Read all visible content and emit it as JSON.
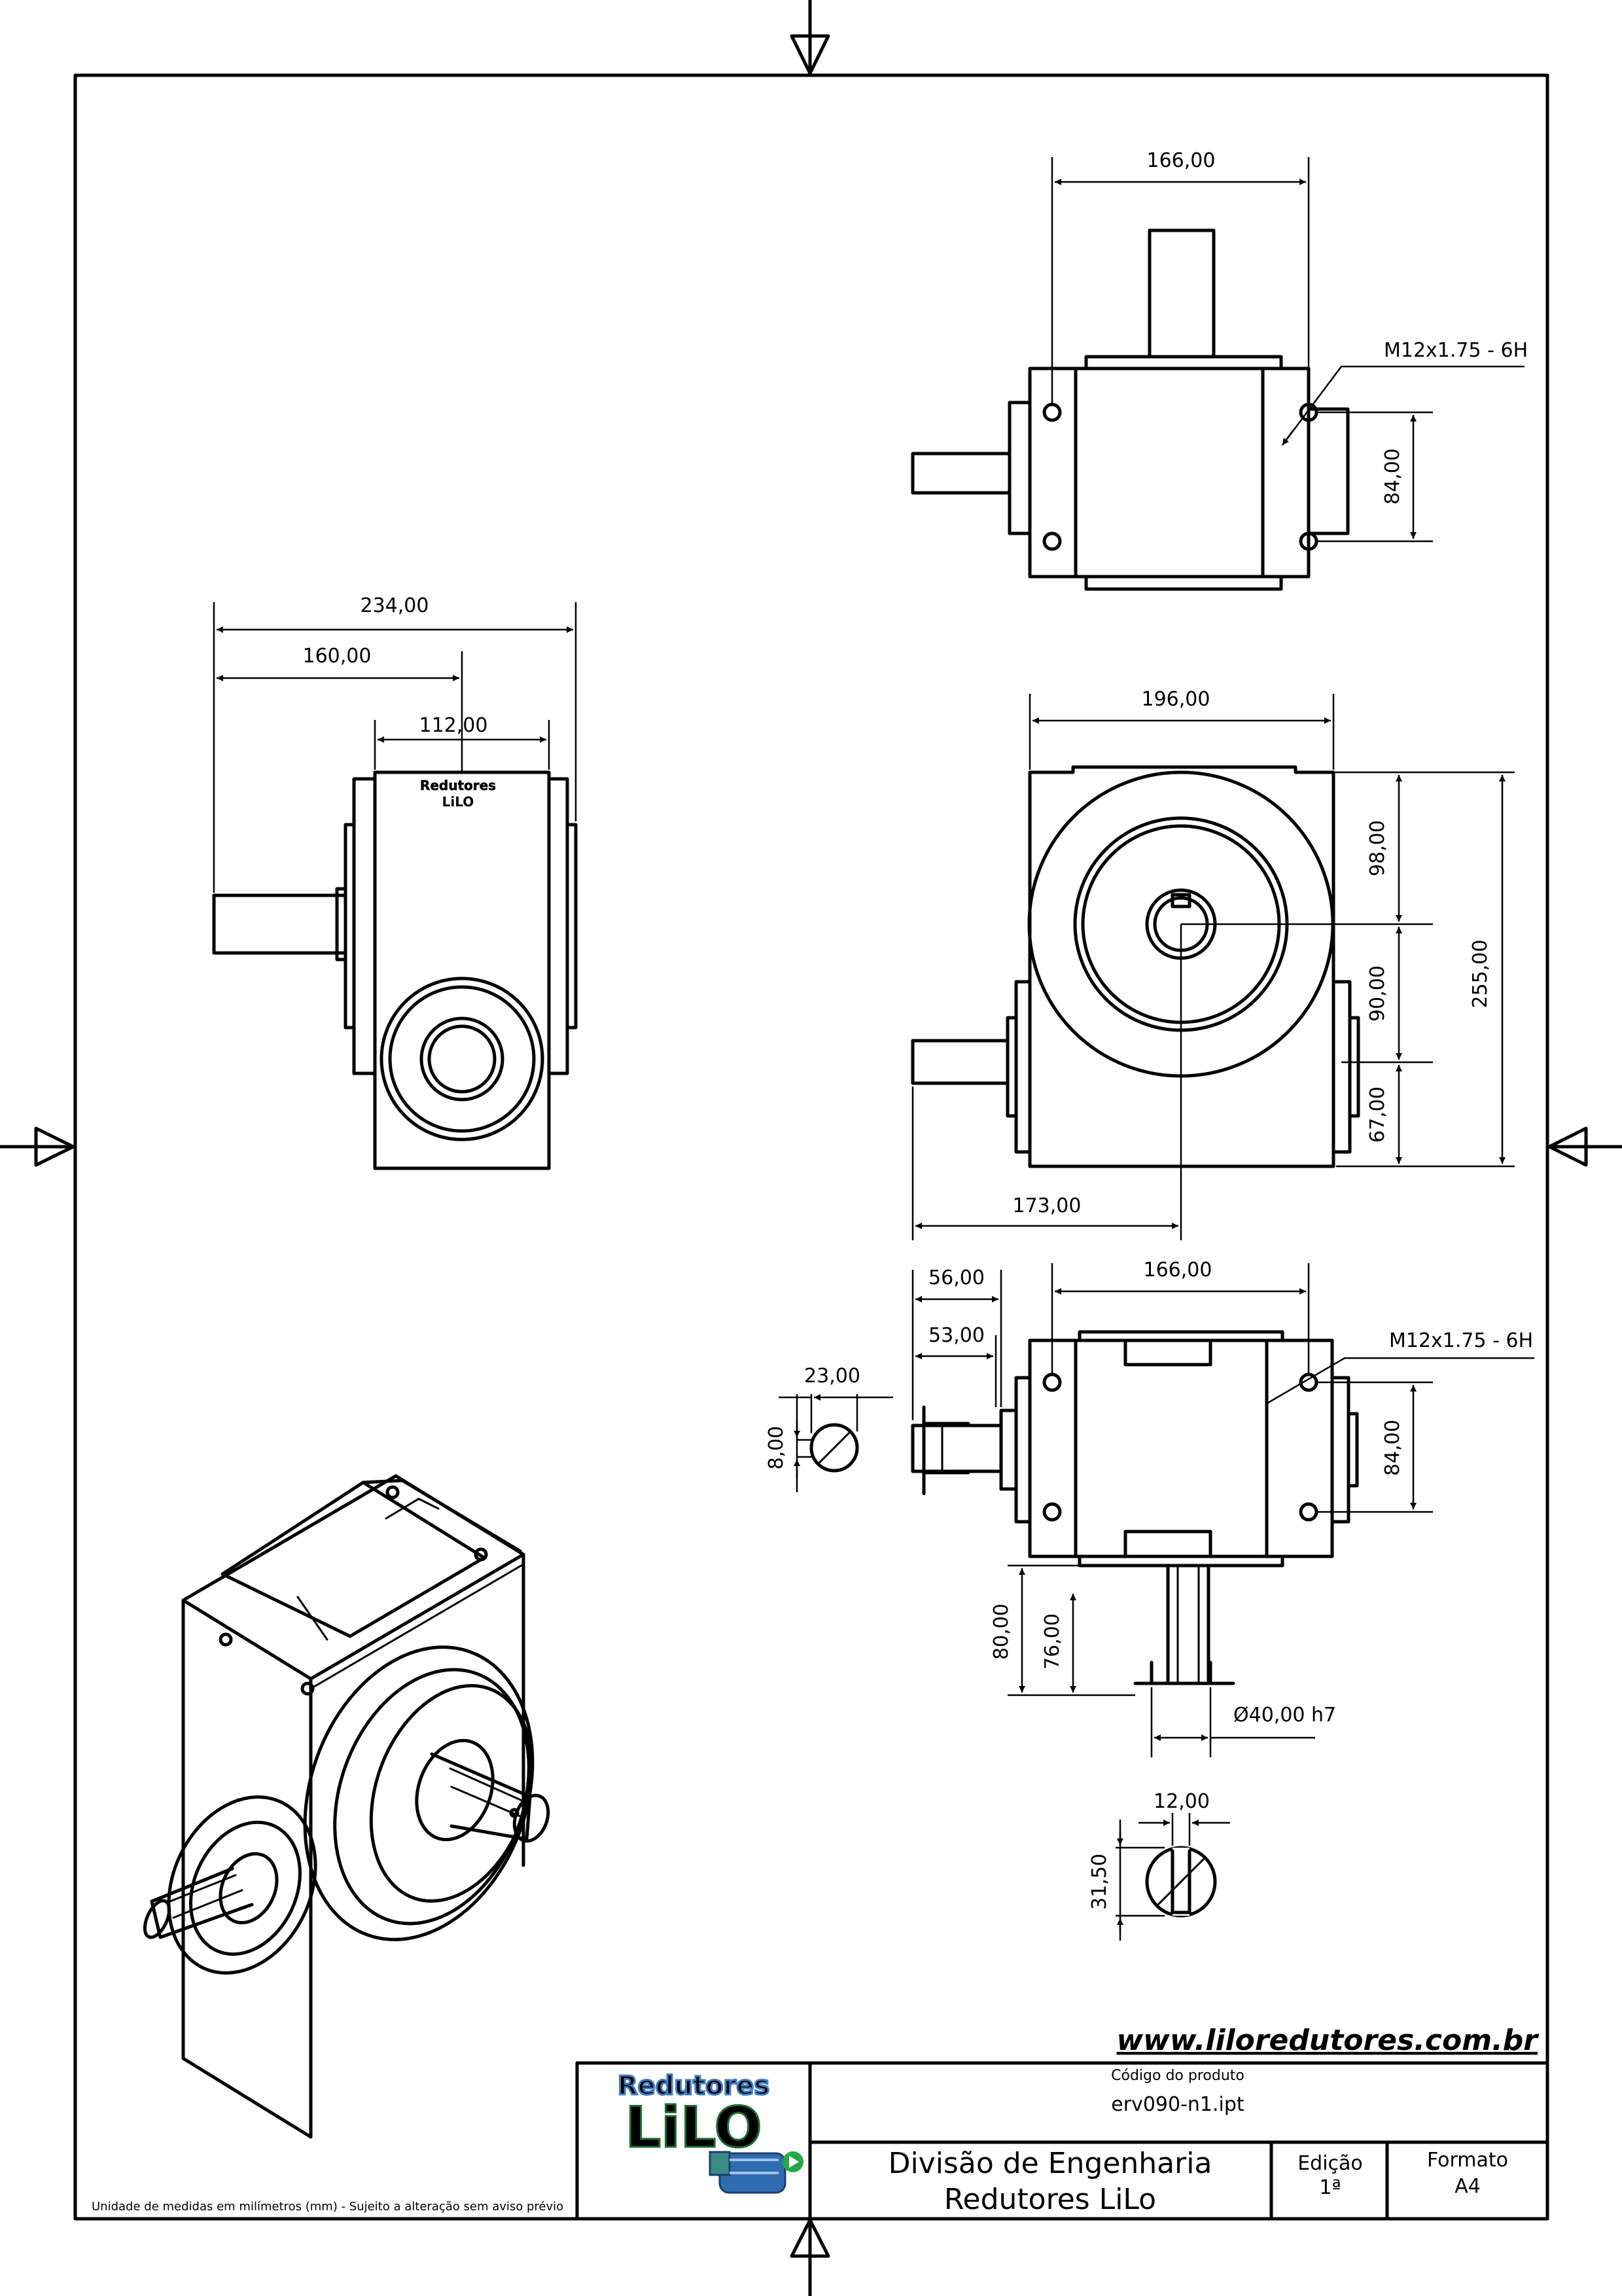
{
  "drawing": {
    "top_view": {
      "width_dim": "166,00",
      "thread_note": "M12x1.75 - 6H",
      "hole_spacing_dim": "84,00"
    },
    "side_view": {
      "overall_dim": "234,00",
      "shaft_dim": "160,00",
      "body_dim": "112,00",
      "logo_line1": "Redutores",
      "logo_line2": "LiLO"
    },
    "front_view": {
      "width_dim": "196,00",
      "upper_dim": "98,00",
      "middle_dim": "90,00",
      "lower_dim": "67,00",
      "height_dim": "255,00",
      "shaft_dim": "173,00"
    },
    "bottom_view": {
      "width_dim": "166,00",
      "thread_note": "M12x1.75 - 6H",
      "hole_spacing_dim": "84,00",
      "shaft_len_56": "56,00",
      "shaft_len_53": "53,00",
      "key_width": "23,00",
      "key_depth": "8,00",
      "output_len_80": "80,00",
      "output_len_76": "76,00",
      "output_diameter": "Ø40,00 h7"
    },
    "section_view": {
      "key_width": "12,00",
      "key_height": "31,50"
    }
  },
  "title_block": {
    "website": "www.liloredutores.com.br",
    "product_code_label": "Código do produto",
    "product_code": "erv090-n1.ipt",
    "department_line1": "Divisão de Engenharia",
    "department_line2": "Redutores LiLo",
    "edition_label": "Edição",
    "edition_value": "1ª",
    "format_label": "Formato",
    "format_value": "A4",
    "logo_top": "Redutores",
    "logo_bottom": "LiLO",
    "footnote": "Unidade de medidas em milímetros (mm) - Sujeito a alteração sem aviso prévio"
  },
  "colors": {
    "logo_blue": "#3f7fc4",
    "logo_green": "#27a844",
    "motor_blue": "#2f6db0"
  }
}
